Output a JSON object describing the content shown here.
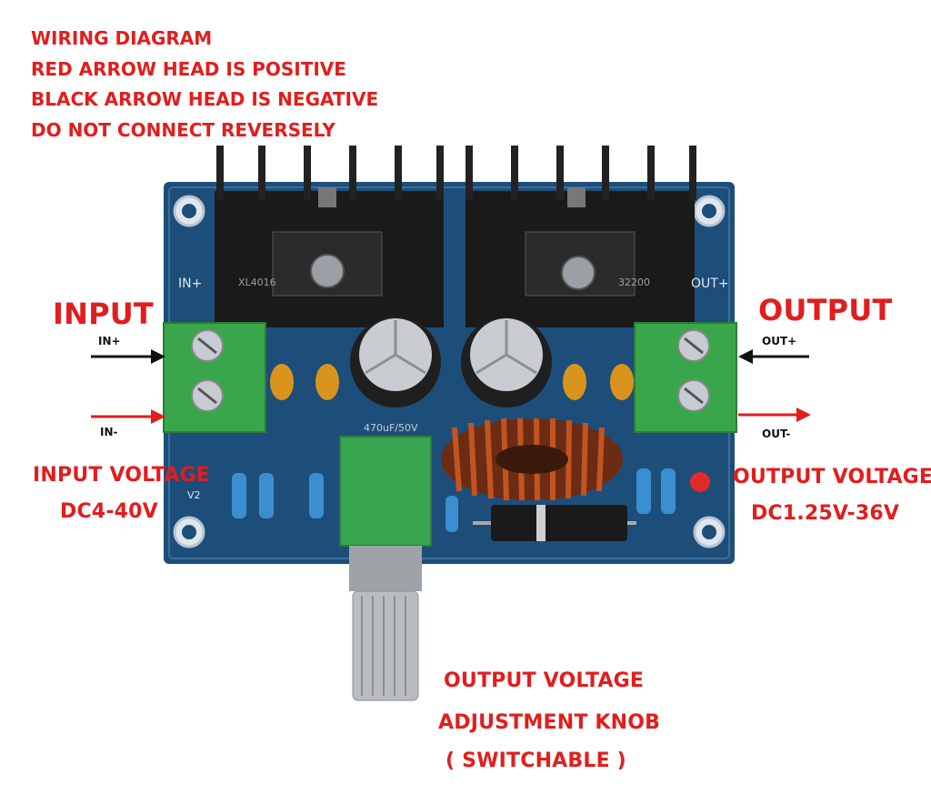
{
  "wiring_notes": [
    "WIRING DIAGRAM",
    "RED ARROW HEAD IS POSITIVE",
    "BLACK ARROW HEAD IS NEGATIVE",
    "DO NOT CONNECT REVERSELY"
  ],
  "input": {
    "title": "INPUT",
    "pos_label": "IN+",
    "neg_label": "IN-",
    "voltage_line1": "INPUT VOLTAGE",
    "voltage_line2": "DC4-40V"
  },
  "output": {
    "title": "OUTPUT",
    "pos_label": "OUT+",
    "neg_label": "OUT-",
    "voltage_line1": "OUTPUT VOLTAGE",
    "voltage_line2": "DC1.25V-36V"
  },
  "knob": {
    "line1": "OUTPUT VOLTAGE",
    "line2": "ADJUSTMENT KNOB",
    "line3": "( SWITCHABLE )"
  },
  "board": {
    "silk_in": "IN+",
    "silk_out": "OUT+",
    "silk_v2": "V2",
    "chip_left": "XL4016",
    "chip_right": "32200",
    "cap_label": "470uF/50V",
    "colors": {
      "pcb": "#1d4e7a",
      "terminal": "#3aa64b",
      "accent_red": "#e21d1d",
      "coil": "#b8461f"
    }
  }
}
